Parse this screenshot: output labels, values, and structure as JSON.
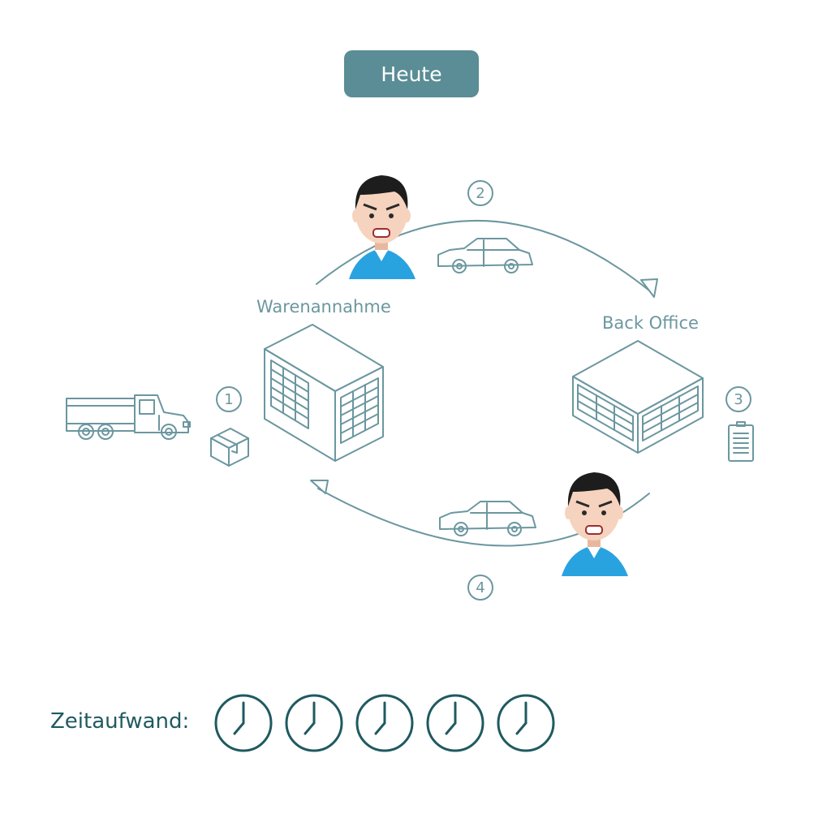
{
  "header": {
    "title": "Heute"
  },
  "labels": {
    "warehouse": "Warenannahme",
    "back_office": "Back Office"
  },
  "steps": [
    {
      "number": "1"
    },
    {
      "number": "2"
    },
    {
      "number": "3"
    },
    {
      "number": "4"
    }
  ],
  "footer": {
    "label": "Zeitaufwand:",
    "clock_count": 5
  },
  "colors": {
    "badge": "#5a8d96",
    "line": "#6b97a0",
    "text_dark": "#1f5a60",
    "shirt": "#29a3e0",
    "skin": "#f6d3be"
  },
  "icons": [
    "truck-icon",
    "box-icon",
    "warehouse-building-icon",
    "office-building-icon",
    "car-icon",
    "document-icon",
    "angry-person-icon",
    "clock-icon"
  ]
}
